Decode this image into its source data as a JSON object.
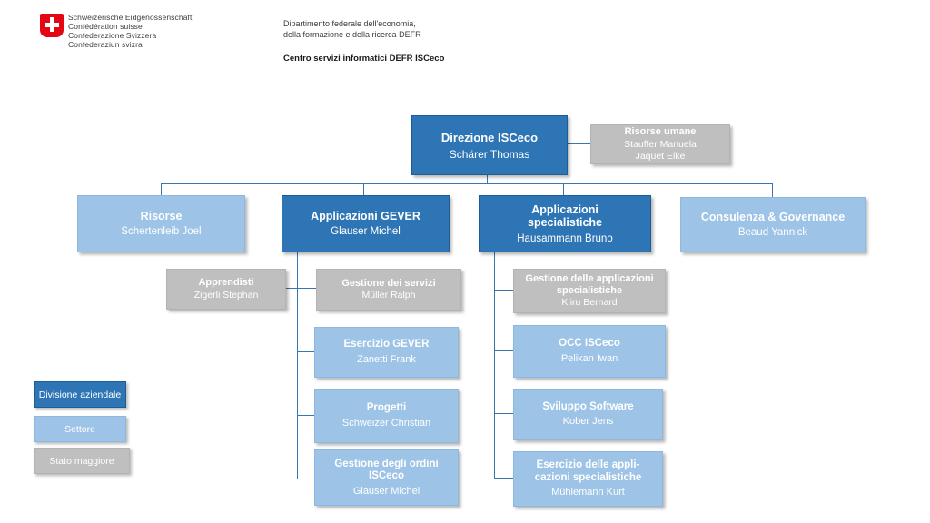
{
  "header": {
    "logo_lines": [
      "Schweizerische Eidgenossenschaft",
      "Confédération suisse",
      "Confederazione Svizzera",
      "Confederaziun svizra"
    ],
    "department_line1": "Dipartimento federale dell'economia,",
    "department_line2": "della formazione e della ricerca DEFR",
    "unit_title": "Centro servizi informatici DEFR ISCeco"
  },
  "org": {
    "direzione": {
      "title": "Direzione ISCeco",
      "name": "Schärer Thomas",
      "staff": {
        "title": "Risorse umane",
        "name1": "Stauffer Manuela",
        "name2": "Jaquet Elke"
      },
      "units": {
        "risorse": {
          "title": "Risorse",
          "name": "Schertenleib Joel"
        },
        "gever": {
          "title": "Applicazioni GEVER",
          "name": "Glauser Michel",
          "children": {
            "apprendisti": {
              "title": "Apprendisti",
              "name": "Zigerli Stephan"
            },
            "gestione_servizi": {
              "title": "Gestione dei servizi",
              "name": "Müller Ralph"
            },
            "esercizio_gever": {
              "title": "Esercizio GEVER",
              "name": "Zanetti Frank"
            },
            "progetti": {
              "title": "Progetti",
              "name": "Schweizer Christian"
            },
            "gestione_ordini": {
              "title": "Gestione degli ordini ISCeco",
              "name": "Glauser Michel"
            }
          }
        },
        "specialistiche": {
          "title": "Applicazioni specialistiche",
          "name": "Hausammann Bruno",
          "children": {
            "gestione_app": {
              "title": "Gestione delle applicazioni specialistiche",
              "name": "Kiiru Bernard"
            },
            "occ": {
              "title": "OCC ISCeco",
              "name": "Pelikan Iwan"
            },
            "sviluppo": {
              "title": "Sviluppo Software",
              "name": "Kober Jens"
            },
            "esercizio_app": {
              "title": "Esercizio delle appli-cazioni specialistiche",
              "name": "Mühlemann Kurt"
            }
          }
        },
        "consulenza": {
          "title": "Consulenza & Governance",
          "name": "Beaud Yannick"
        }
      }
    }
  },
  "legend": {
    "division": "Divisione aziendale",
    "sector": "Settore",
    "staff": "Stato maggiore"
  },
  "colors": {
    "division_fill": "#2E75B6",
    "sector_fill": "#9DC3E6",
    "staff_fill": "#BFBFBF",
    "connector": "#3A76AD",
    "swiss_red": "#E30613",
    "box_text": "#FFFFFF",
    "header_text": "#3C3C3C"
  }
}
